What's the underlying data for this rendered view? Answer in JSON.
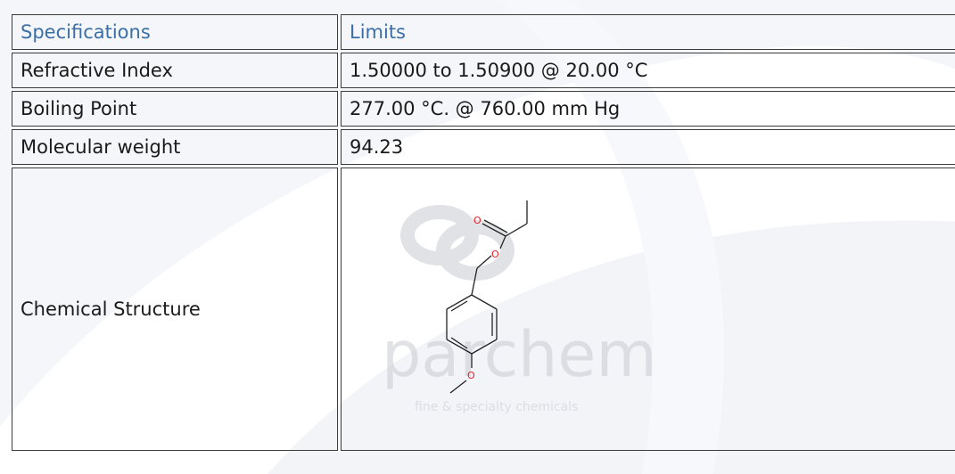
{
  "table": {
    "header": {
      "specifications": "Specifications",
      "limits": "Limits"
    },
    "rows": [
      {
        "label": "Refractive Index",
        "value": "1.50000 to 1.50900 @ 20.00 °C"
      },
      {
        "label": "Boiling Point",
        "value": "277.00 °C. @ 760.00 mm Hg"
      },
      {
        "label": "Molecular weight",
        "value": "94.23"
      }
    ],
    "structure": {
      "label": "Chemical Structure",
      "atoms": {
        "oxygen_carbonyl": "O",
        "oxygen_ester": "O",
        "oxygen_methoxy": "O"
      }
    }
  },
  "watermark": {
    "brand": "parchem",
    "tagline": "fine & specialty chemicals"
  },
  "colors": {
    "header_text": "#3b6ea5",
    "border": "#3b3b3b",
    "oxygen": "#e8202a",
    "bond": "#222222",
    "watermark": "#c9ccd1",
    "swoosh": "#eef1f6"
  }
}
